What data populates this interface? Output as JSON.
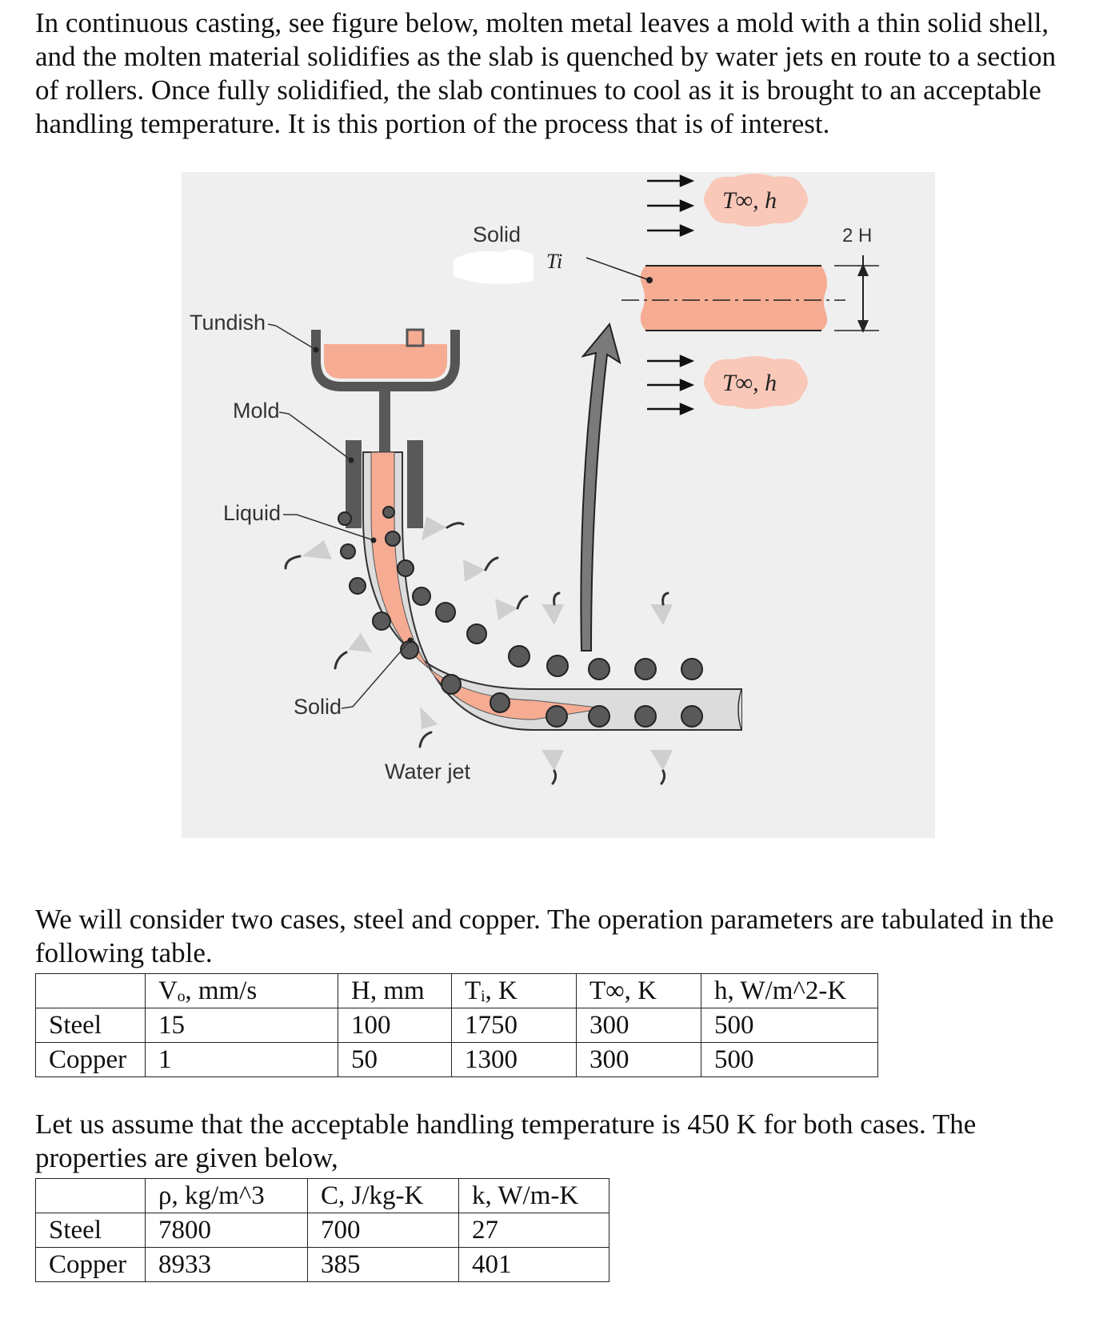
{
  "intro_text": "In continuous casting, see figure below, molten metal leaves a mold with a thin solid shell, and the molten material solidifies as the slab is quenched by water jets en route to a section of rollers.  Once fully solidified, the slab continues to cool as it is brought to an acceptable handling temperature.  It is this portion of the process that is of interest.",
  "figure": {
    "labels": {
      "tundish": "Tundish",
      "mold": "Mold",
      "liquid": "Liquid",
      "solid_bottom": "Solid",
      "solid_top": "Solid",
      "water_jet": "Water jet",
      "ti": "Ti",
      "tinf_h_top": "T∞, h",
      "tinf_h_bottom": "T∞, h",
      "thickness": "2 H"
    },
    "colors": {
      "background": "#efefef",
      "metal": "#f5ac93",
      "machine": "#595959",
      "cloud": "#f9c8b8",
      "solid_shell": "#dcdcdc"
    }
  },
  "cases_text": "We will consider two cases, steel and copper. The operation parameters are tabulated in the following table.",
  "operation_table": {
    "headers": [
      "",
      "Vₒ, mm/s",
      "H, mm",
      "Tᵢ, K",
      "T∞, K",
      "h, W/m^2-K"
    ],
    "rows": [
      [
        "Steel",
        "15",
        "100",
        "1750",
        "300",
        "500"
      ],
      [
        "Copper",
        "1",
        "50",
        "1300",
        "300",
        "500"
      ]
    ]
  },
  "assume_text": "Let us assume that the acceptable handling temperature is 450 K for both cases. The properties are given below,",
  "properties_table": {
    "headers": [
      "",
      "ρ, kg/m^3",
      "C, J/kg-K",
      "k, W/m-K"
    ],
    "rows": [
      [
        "Steel",
        "7800",
        "700",
        "27"
      ],
      [
        "Copper",
        "8933",
        "385",
        "401"
      ]
    ]
  }
}
